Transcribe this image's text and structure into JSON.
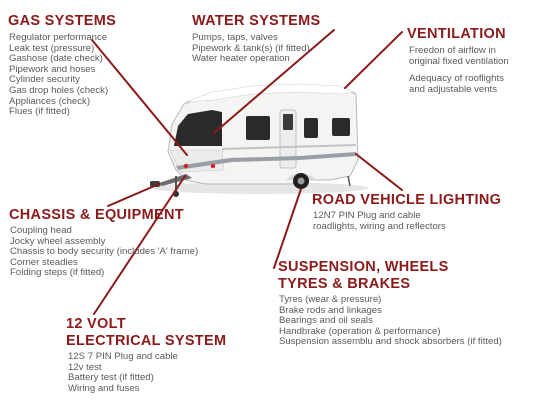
{
  "sections": {
    "gas": {
      "title": "GAS SYSTEMS",
      "items": [
        "Regulator performance",
        "Leak test (pressure)",
        "Gashose (date check)",
        "Pipework and hoses",
        "Cylinder security",
        "Gas drop holes (check)",
        "Appliances (check)",
        "Flues (if fitted)"
      ]
    },
    "water": {
      "title": "WATER SYSTEMS",
      "items": [
        "Pumps, taps, valves",
        "Pipework & tank(s) (if fitted)",
        "Water heater operation"
      ]
    },
    "ventilation": {
      "title": "VENTILATION",
      "items": [
        "Freedon of airflow in",
        "original fixed ventilation",
        "Adequacy of rooflights",
        "and adjustable vents"
      ]
    },
    "road_lighting": {
      "title": "ROAD VEHICLE LIGHTING",
      "items": [
        "12N7 PIN Plug and cable",
        "roadlights, wiring and reflectors"
      ]
    },
    "chassis": {
      "title": "CHASSIS & EQUIPMENT",
      "items": [
        "Coupling head",
        "Jocky wheel assembly",
        "Chassis to body security (includes 'A' frame)",
        "Corner steadies",
        "Folding steps (if fitted)"
      ]
    },
    "suspension": {
      "title_line1": "SUSPENSION, WHEELS",
      "title_line2": "TYRES & BRAKES",
      "items": [
        "Tyres (wear & pressure)",
        "Brake rods and linkages",
        "Bearings and oil seals",
        "Handbrake (operation & performance)",
        "Suspension assemblu and shock absorbers (if fitted)"
      ]
    },
    "electrical": {
      "title_line1": "12 VOLT",
      "title_line2": "ELECTRICAL SYSTEM",
      "items": [
        "12S 7 PIN Plug and cable",
        "12v test",
        "Battery test (if fitted)",
        "Wiring and fuses"
      ]
    }
  },
  "colors": {
    "heading": "#8b1a1a",
    "text": "#5a5a5a",
    "connector": "#8b1a1a",
    "caravan_body": "#f4f4f2",
    "caravan_stripe": "#9a9fa6",
    "window": "#2a2a2a"
  }
}
